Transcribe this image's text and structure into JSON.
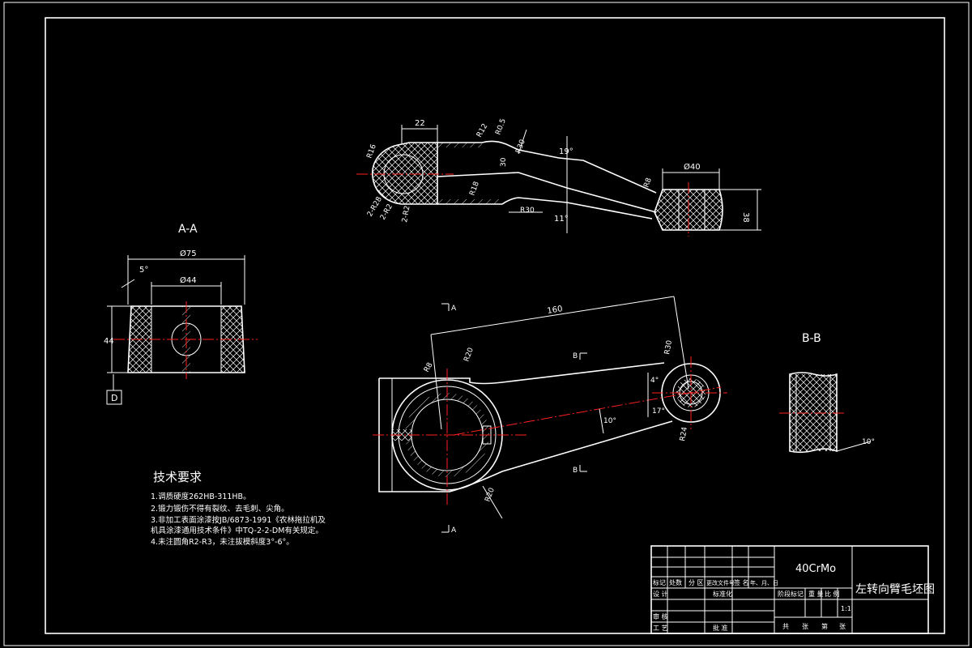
{
  "sections": {
    "aa": "A-A",
    "bb": "B-B",
    "a_mark": "A",
    "b_mark": "B",
    "d_mark": "D"
  },
  "dims": {
    "phi75": "Ø75",
    "angle5": "5°",
    "phi44": "Ø44",
    "h44": "44",
    "d22": "22",
    "r12": "R12",
    "r0_5": "R0.5",
    "r30a": "R30",
    "r16": "R16",
    "r18": "R18",
    "r30b": "R30",
    "ang19": "19°",
    "ang11": "11°",
    "d30": "30",
    "phi40": "Ø40",
    "d38": "38",
    "r8": "R8",
    "r228": "2-R28",
    "r22": "2-R2",
    "r2b": "2-R2",
    "len160": "160",
    "r20a": "R20",
    "r8b": "R8",
    "r30c": "R30",
    "r24": "R24",
    "r20b": "R20",
    "ang4": "4°",
    "ang17": "17°",
    "ang10": "10°",
    "ang10b": "10°"
  },
  "notes": {
    "title": "技术要求",
    "lines": [
      "1.调质硬度262HB-311HB。",
      "2.锻力锻伤不得有裂纹、去毛刺、尖角。",
      "3.非加工表面涂漆按JB/6873-1991《农林拖拉机及",
      "   机具涂漆通用技术条件》中TQ-2-2-DM有关规定。",
      "4.未注圆角R2-R3，未注拔模斜度3°-6°。"
    ]
  },
  "title_block": {
    "material": "40CrMo",
    "drawing_name": "左转向臂毛坯图",
    "hdr_mark": "标记",
    "hdr_count": "处数",
    "hdr_zone": "分 区",
    "hdr_doc": "更改文件号",
    "hdr_sign": "签 名",
    "hdr_date": "年、月、日",
    "design": "设 计",
    "standard": "标准化",
    "review": "审 核",
    "process": "工 艺",
    "approve": "批 准",
    "stage_mark": "阶段标记",
    "weight": "重 量",
    "scale": "比 例",
    "scale_val": "1:1",
    "sheets_total": "共",
    "sheets": "张",
    "sheet_no": "第",
    "sheet_unit": "张"
  }
}
